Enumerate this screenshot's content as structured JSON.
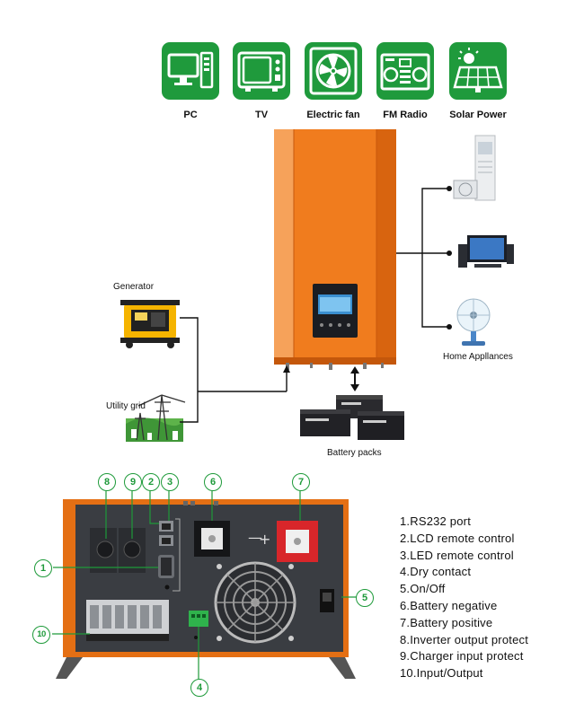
{
  "appliances": [
    {
      "label": "PC",
      "icon": "pc-monitor-icon"
    },
    {
      "label": "TV",
      "icon": "tv-icon"
    },
    {
      "label": "Electric fan",
      "icon": "electric-fan-icon"
    },
    {
      "label": "FM Radio",
      "icon": "fm-radio-icon"
    },
    {
      "label": "Solar Power",
      "icon": "solar-panel-icon"
    }
  ],
  "system": {
    "generator_label": "Generator",
    "utility_label": "Utility grid",
    "battery_label": "Battery packs",
    "home_label": "Home Appllances"
  },
  "callouts": [
    "1",
    "2",
    "3",
    "4",
    "5",
    "6",
    "7",
    "8",
    "9",
    "10"
  ],
  "legend": [
    "1.RS232 port",
    "2.LCD remote control",
    "3.LED remote control",
    "4.Dry contact",
    "5.On/Off",
    "6.Battery negative",
    "7.Battery positive",
    "8.Inverter output protect",
    "9.Charger input protect",
    "10.Input/Output"
  ],
  "colors": {
    "accent_green": "#1f9a3c",
    "inverter_orange": "#f07c1e",
    "panel_dark": "#3a3d42",
    "terminal_red": "#d8262a"
  }
}
